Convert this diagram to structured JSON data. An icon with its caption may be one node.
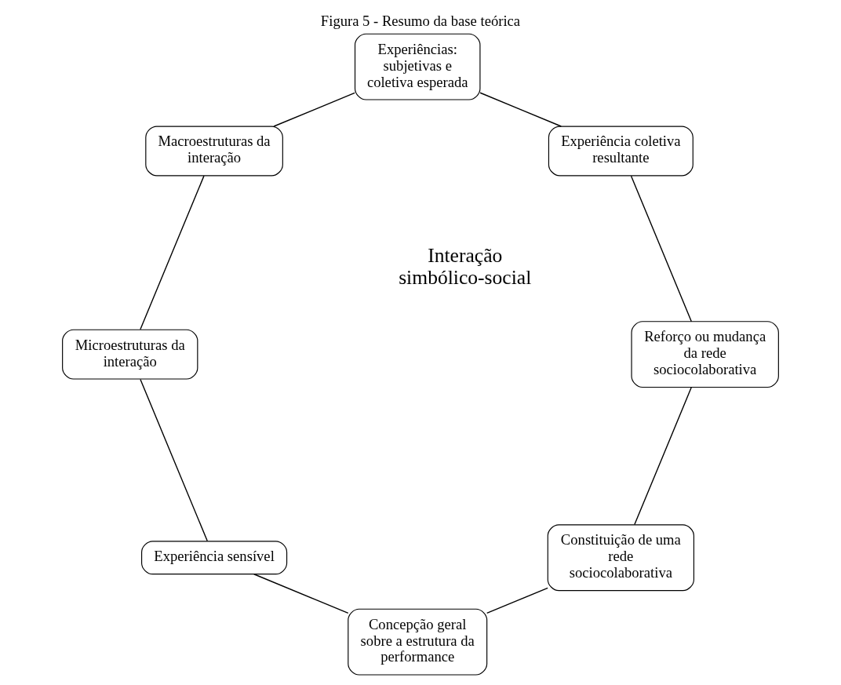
{
  "diagram": {
    "title": "Figura 5 - Resumo da base teórica",
    "nodes": [
      {
        "text": [
          "Constituição de uma rede sociocolaborativa"
        ]
      },
      {
        "text": [
          "Concepção geral sobre a estrutura da performance"
        ]
      },
      {
        "text": [
          "Experiência sensível"
        ]
      },
      {
        "text": [
          "Microestruturas da interação"
        ]
      },
      {
        "text": [
          "Macroestruturas da interação"
        ]
      },
      {
        "text": [
          "Experiências: subjetivas e coletiva esperada"
        ]
      },
      {
        "text": [
          "Experiência coletiva resultante"
        ]
      },
      {
        "text": [
          "Reforço ou mudança da rede sociocolaborativa"
        ]
      }
    ],
    "edges": [
      {
        "from": 0,
        "to": 1,
        "arrow": "none"
      },
      {
        "from": 1,
        "to": 2,
        "arrow": "none"
      },
      {
        "from": 2,
        "to": 3,
        "arrow": "none"
      },
      {
        "from": 3,
        "to": 4,
        "arrow": "none"
      },
      {
        "from": 4,
        "to": 5,
        "arrow": "none"
      },
      {
        "from": 5,
        "to": 6,
        "arrow": "none"
      },
      {
        "from": 6,
        "to": 7,
        "arrow": "none"
      },
      {
        "from": 7,
        "to": 0,
        "arrow": "none"
      }
    ],
    "labels": [
      "Interação simbólico-social"
    ]
  }
}
